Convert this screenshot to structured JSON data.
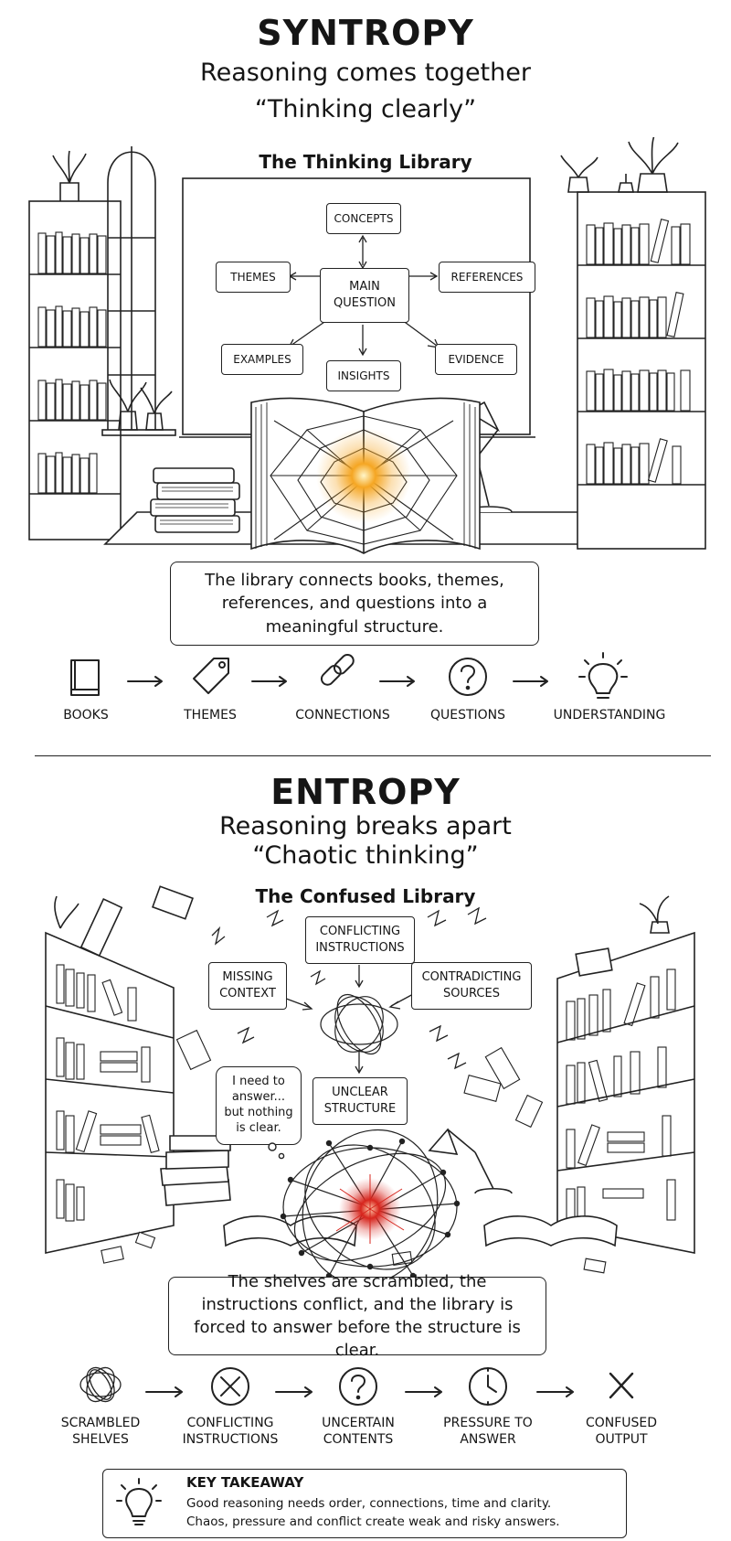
{
  "syntropy": {
    "title": "SYNTROPY",
    "subtitle": "Reasoning comes together",
    "tagline": "“Thinking clearly”",
    "library_title": "The Thinking Library",
    "nodes": {
      "concepts": "CONCEPTS",
      "themes": "THEMES",
      "main_question": "MAIN\nQUESTION",
      "references": "REFERENCES",
      "examples": "EXAMPLES",
      "insights": "INSIGHTS",
      "evidence": "EVIDENCE"
    },
    "caption": "The library connects books, themes, references, and questions into a meaningful structure.",
    "flow": [
      {
        "label": "BOOKS",
        "icon": "book-icon"
      },
      {
        "label": "THEMES",
        "icon": "tag-icon"
      },
      {
        "label": "CONNECTIONS",
        "icon": "link-icon"
      },
      {
        "label": "QUESTIONS",
        "icon": "question-icon"
      },
      {
        "label": "UNDERSTANDING",
        "icon": "lightbulb-icon"
      }
    ]
  },
  "entropy": {
    "title": "ENTROPY",
    "subtitle": "Reasoning breaks apart",
    "tagline": "“Chaotic thinking”",
    "library_title": "The Confused Library",
    "nodes": {
      "conflicting": "CONFLICTING\nINSTRUCTIONS",
      "missing": "MISSING\nCONTEXT",
      "contradicting": "CONTRADICTING\nSOURCES",
      "unclear": "UNCLEAR\nSTRUCTURE"
    },
    "thought_bubble": "I need to\nanswer...\nbut nothing\nis clear.",
    "caption": "The shelves are scrambled, the instructions conflict, and the library is forced to answer before the structure is clear.",
    "flow": [
      {
        "label": "SCRAMBLED\nSHELVES",
        "icon": "scribble-icon"
      },
      {
        "label": "CONFLICTING\nINSTRUCTIONS",
        "icon": "x-circle-icon"
      },
      {
        "label": "UNCERTAIN\nCONTENTS",
        "icon": "question-icon"
      },
      {
        "label": "PRESSURE TO\nANSWER",
        "icon": "clock-icon"
      },
      {
        "label": "CONFUSED\nOUTPUT",
        "icon": "x-icon"
      }
    ]
  },
  "takeaway": {
    "title": "KEY TAKEAWAY",
    "line1": "Good reasoning needs order, connections, time and clarity.",
    "line2": "Chaos, pressure and conflict create weak and risky answers."
  },
  "colors": {
    "ink": "#151515",
    "glow_gold": "#f5a623",
    "glow_red": "#d7261e"
  }
}
